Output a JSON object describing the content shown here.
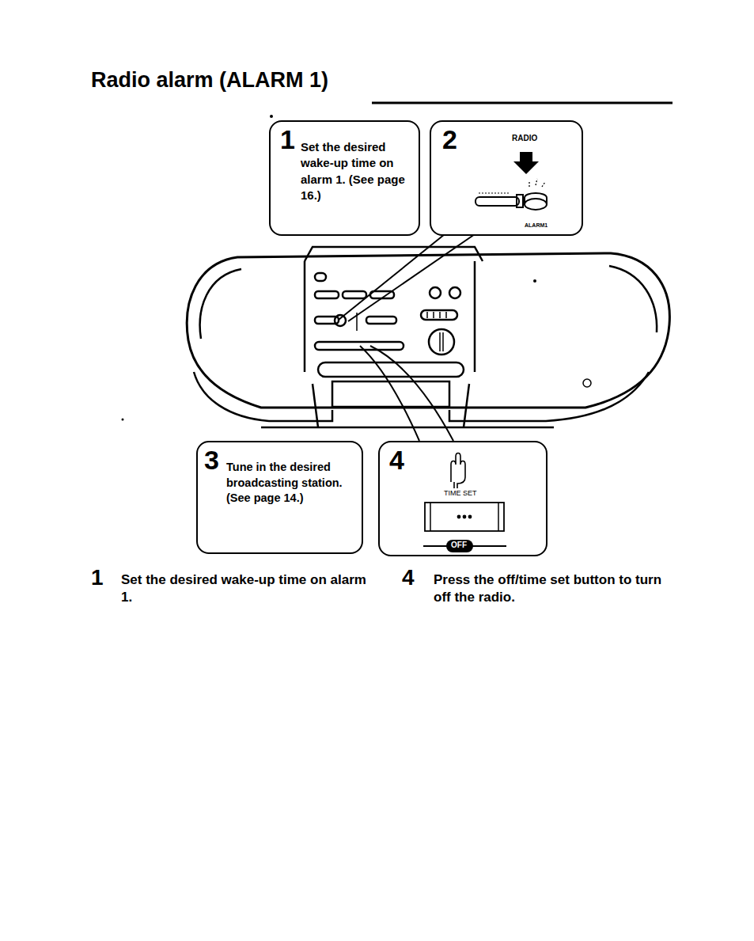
{
  "diagram": {
    "title": "Radio alarm (ALARM 1)",
    "nodes": [
      {
        "text": [
          "1",
          "Set the desired wake-up time on alarm 1. (See page 16.)"
        ]
      },
      {
        "text": [
          "2",
          "RADIO",
          "ALARM1"
        ]
      },
      {
        "text": [
          "3",
          "Tune in the desired broadcasting station. (See page 14.)"
        ]
      },
      {
        "text": [
          "4",
          "TIME SET",
          "OFF"
        ]
      }
    ],
    "labels": [
      "1",
      "Set the desired wake-up time on alarm 1.",
      "4",
      "Press the off/time set button to turn off the radio."
    ]
  }
}
